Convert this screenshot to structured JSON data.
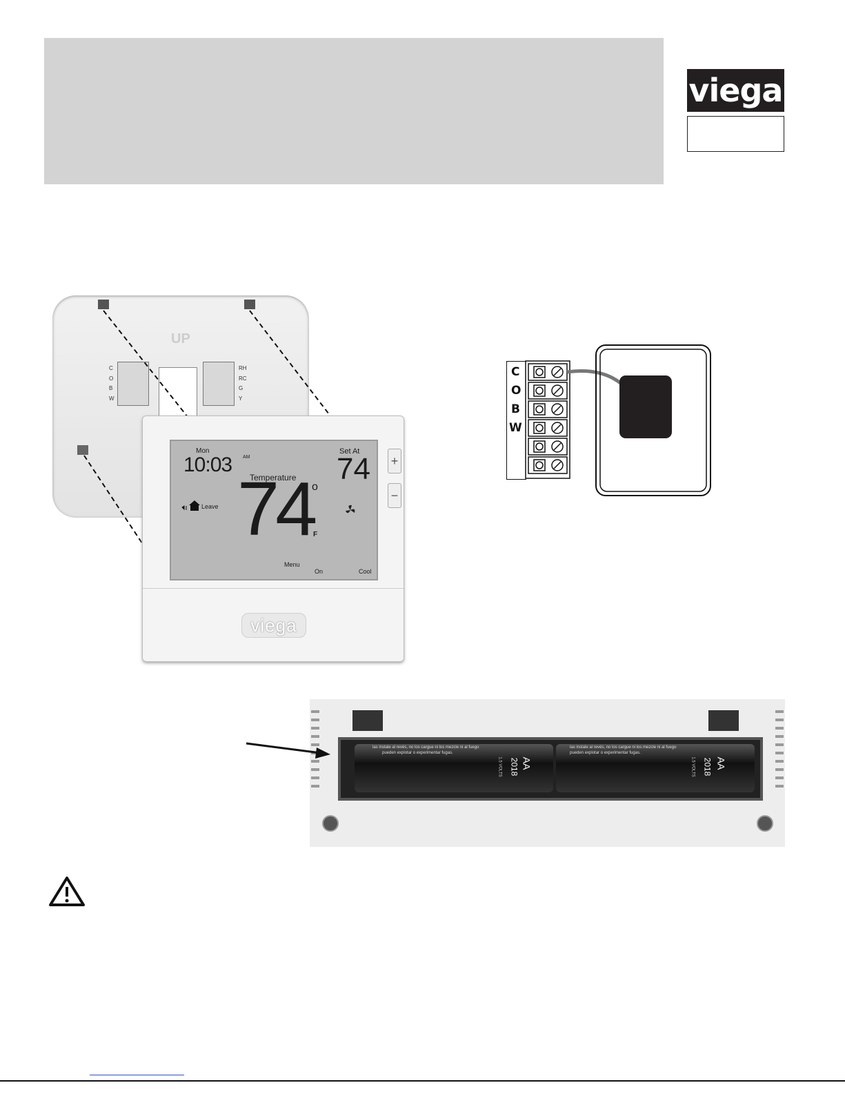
{
  "brand": {
    "logo_text": "viega",
    "device_logo_text": "viega"
  },
  "plate": {
    "up_label": "UP",
    "left_terminals": [
      "C",
      "O",
      "B",
      "W"
    ],
    "right_terminals": [
      "RH",
      "RC",
      "G",
      "Y"
    ]
  },
  "lcd": {
    "day": "Mon",
    "time": "10:03",
    "ampm": "AM",
    "set_at_label": "Set At",
    "set_at_value": "74",
    "temperature_label": "Temperature",
    "temperature_value": "74",
    "degree_mark": "o",
    "unit": "F",
    "mode_leave": "Leave",
    "menu": "Menu",
    "fan": "On",
    "system": "Cool"
  },
  "device_buttons": {
    "plus": "+",
    "minus": "−"
  },
  "wiring": {
    "terminal_letters": [
      "C",
      "O",
      "B",
      "W"
    ]
  },
  "battery": {
    "year_label": "2018",
    "size_label": "AA",
    "voltage_label": "1.5 VOLTS",
    "warning_text_1": "las instale al revés, no los cargue ni los mezcle ni al fuego",
    "warning_text_2": "pueden explotar o experimentar fugas."
  },
  "colors": {
    "header_band": "#d3d3d3",
    "logo_bg": "#231f20",
    "lcd_bg": "#b8b8b8"
  },
  "icons": [
    "warning-triangle-icon",
    "house-icon",
    "fan-icon",
    "arrow-icon"
  ]
}
